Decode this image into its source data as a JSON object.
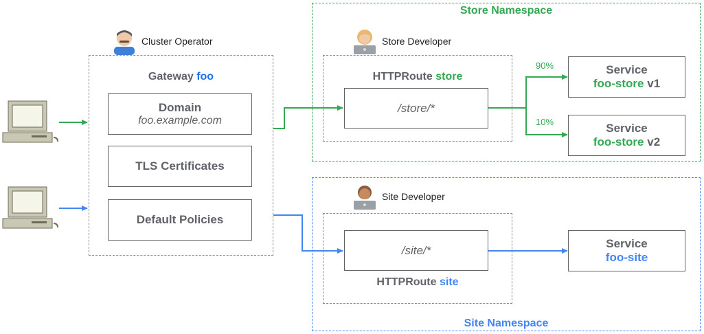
{
  "colors": {
    "green": "#34a853",
    "blue": "#4285f4",
    "grey": "#5f6368"
  },
  "store_namespace": {
    "title": "Store Namespace"
  },
  "site_namespace": {
    "title": "Site Namespace"
  },
  "actors": {
    "cluster_operator": {
      "label": "Cluster Operator",
      "icon": "operator-emoji-icon"
    },
    "store_developer": {
      "label": "Store Developer",
      "icon": "developer-emoji-icon"
    },
    "site_developer": {
      "label": "Site Developer",
      "icon": "developer-emoji-icon"
    }
  },
  "gateway": {
    "title_prefix": "Gateway",
    "title_name": "foo",
    "domain_label": "Domain",
    "domain_value": "foo.example.com",
    "tls_label": "TLS Certificates",
    "policies_label": "Default Policies"
  },
  "store_route": {
    "prefix": "HTTPRoute",
    "name": "store",
    "path": "/store/*"
  },
  "site_route": {
    "prefix": "HTTPRoute",
    "name": "site",
    "path": "/site/*"
  },
  "services": {
    "v1": {
      "label": "Service",
      "name": "foo-store",
      "version": "v1",
      "weight": "90%"
    },
    "v2": {
      "label": "Service",
      "name": "foo-store",
      "version": "v2",
      "weight": "10%"
    },
    "site": {
      "label": "Service",
      "name": "foo-site"
    }
  }
}
